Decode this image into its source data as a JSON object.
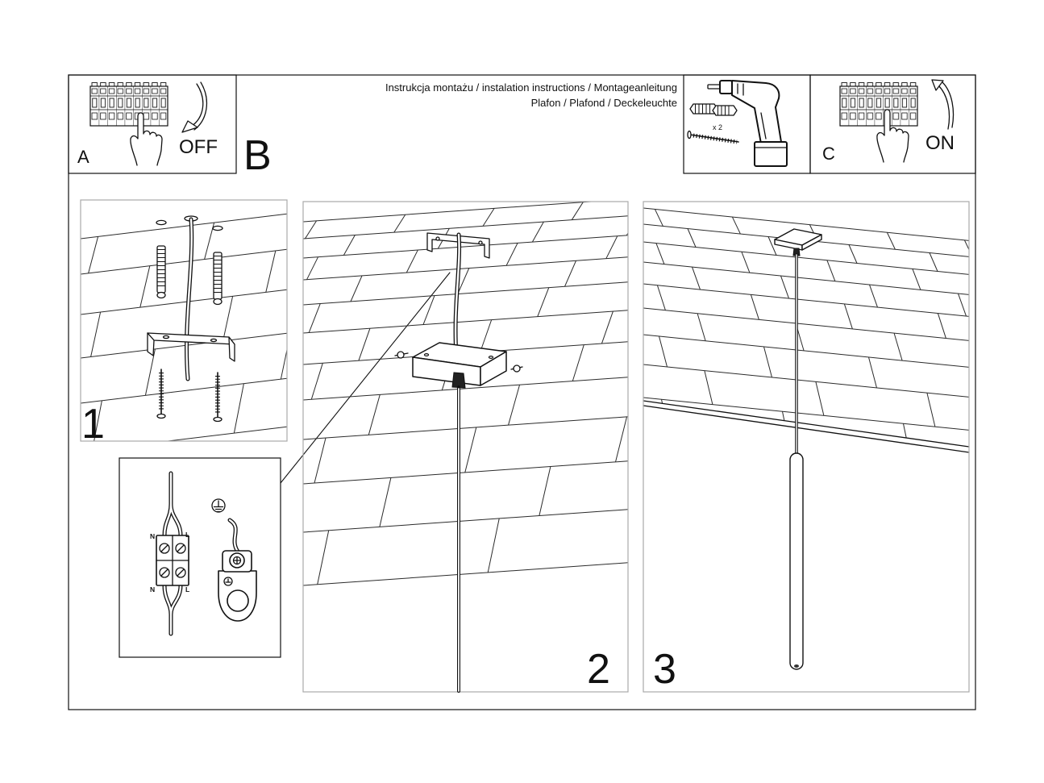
{
  "header": {
    "line1": "Instrukcja montażu / instalation instructions / Montageanleitung",
    "line2": "Plafon / Plafond / Deckeleuchte"
  },
  "step_a": {
    "letter": "A",
    "label": "OFF"
  },
  "step_b": {
    "letter": "B",
    "quantity": "x 2"
  },
  "step_c": {
    "letter": "C",
    "label": "ON"
  },
  "panels": {
    "step1": "1",
    "step2": "2",
    "step3": "3"
  },
  "wiring": {
    "n_top": "N",
    "l_top": "L",
    "n_bottom": "N",
    "l_bottom": "L"
  },
  "icons": [
    "circuit-breaker-panel-icon",
    "hand-icon",
    "arrow-down-icon",
    "arrow-up-icon",
    "drill-icon",
    "wall-plug-icon",
    "screw-icon",
    "earth-symbol-icon",
    "ring-terminal-icon",
    "terminal-block-icon",
    "mounting-bracket-icon",
    "canopy-icon",
    "tube-lamp-icon"
  ]
}
